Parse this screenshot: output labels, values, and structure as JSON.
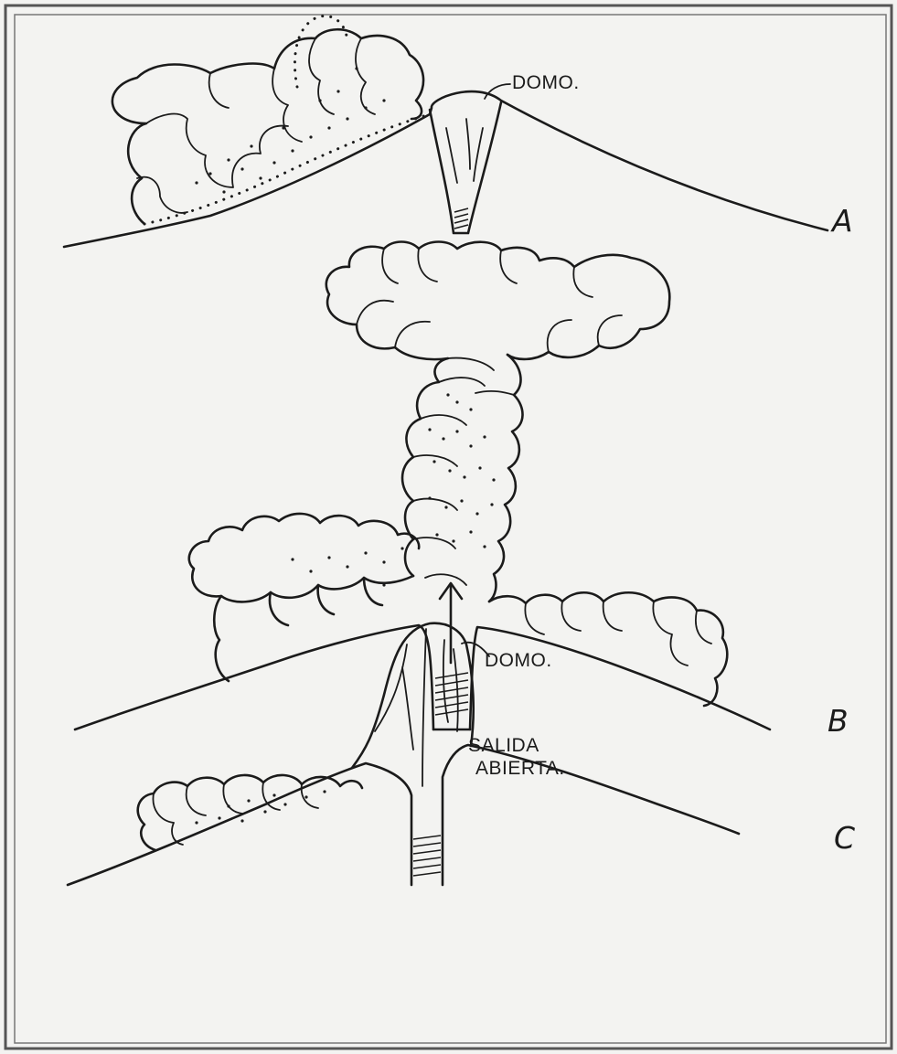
{
  "labels": {
    "domo_a": "DOMO.",
    "salida": "SALIDA",
    "abierta": "ABIERTA.",
    "domo_c": "DOMO."
  },
  "panels": {
    "a": "A",
    "b": "B",
    "c": "C"
  },
  "colors": {
    "ink": "#1b1b1b",
    "paper": "#f3f3f1",
    "frame": "#555555"
  }
}
